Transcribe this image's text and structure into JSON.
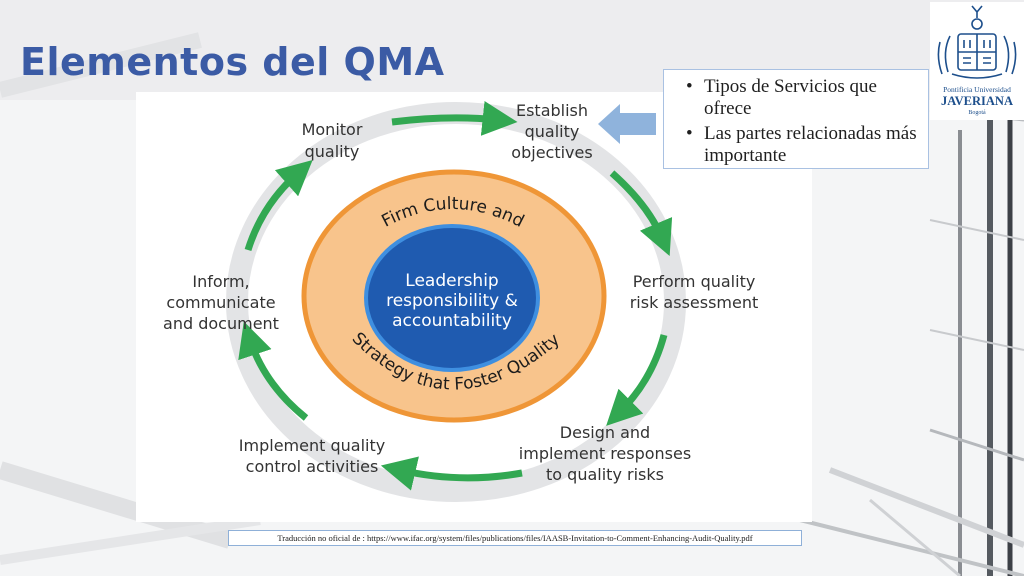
{
  "title": "Elementos del QMA",
  "callout": {
    "items": [
      "Tipos de Servicios que ofrece",
      "Las partes relacionadas más importante"
    ]
  },
  "logo": {
    "line1": "Pontificia Universidad",
    "line2": "JAVERIANA",
    "line3": "Bogotá"
  },
  "diagram": {
    "center": [
      "Leadership",
      "responsibility &",
      "accountability"
    ],
    "ring_top": "Firm Culture and",
    "ring_bottom": "Strategy that Foster Quality",
    "steps": {
      "establish": [
        "Establish",
        "quality",
        "objectives"
      ],
      "perform": [
        "Perform quality",
        "risk assessment"
      ],
      "design": [
        "Design and",
        "implement responses",
        "to quality risks"
      ],
      "implement": [
        "Implement quality",
        "control activities"
      ],
      "inform": [
        "Inform,",
        "communicate",
        "and document"
      ],
      "monitor": [
        "Monitor",
        "quality"
      ]
    }
  },
  "footnote": "Traducción no oficial de : https://www.ifac.org/system/files/publications/files/IAASB-Invitation-to-Comment-Enhancing-Audit-Quality.pdf",
  "colors": {
    "title": "#3b5ba5",
    "center_fill": "#1f5bb0",
    "ring_fill": "#f8c48c",
    "ring_border": "#ef9637",
    "arrow_green": "#32a852",
    "callout_arrow": "#8fb3dc",
    "logo_blue": "#1d4f8c"
  }
}
